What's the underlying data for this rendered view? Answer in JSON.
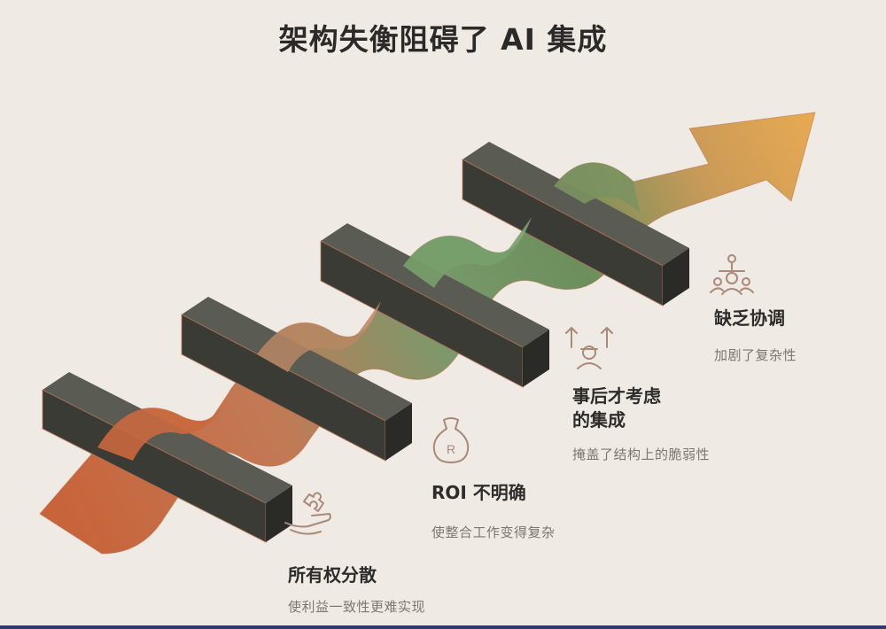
{
  "title": "架构失衡阻碍了 AI 集成",
  "colors": {
    "background": "#efeae3",
    "block": "#3a3c35",
    "ribbon_start": "#c9653a",
    "ribbon_mid": "#6f9262",
    "arrow_end": "#e6a850",
    "icon": "#a8897a"
  },
  "items": [
    {
      "heading_lines": [
        "所有权分散"
      ],
      "description": "使利益一致性更难实现",
      "icon": "puzzle-hand-icon"
    },
    {
      "heading_lines": [
        "ROI 不明确"
      ],
      "description": "使整合工作变得复杂",
      "icon": "money-bag-icon"
    },
    {
      "heading_lines": [
        "事后才考虑",
        "的集成"
      ],
      "description": "掩盖了结构上的脆弱性",
      "icon": "worker-arrows-icon"
    },
    {
      "heading_lines": [
        "缺乏协调"
      ],
      "description": "加剧了复杂性",
      "icon": "team-network-icon"
    }
  ]
}
